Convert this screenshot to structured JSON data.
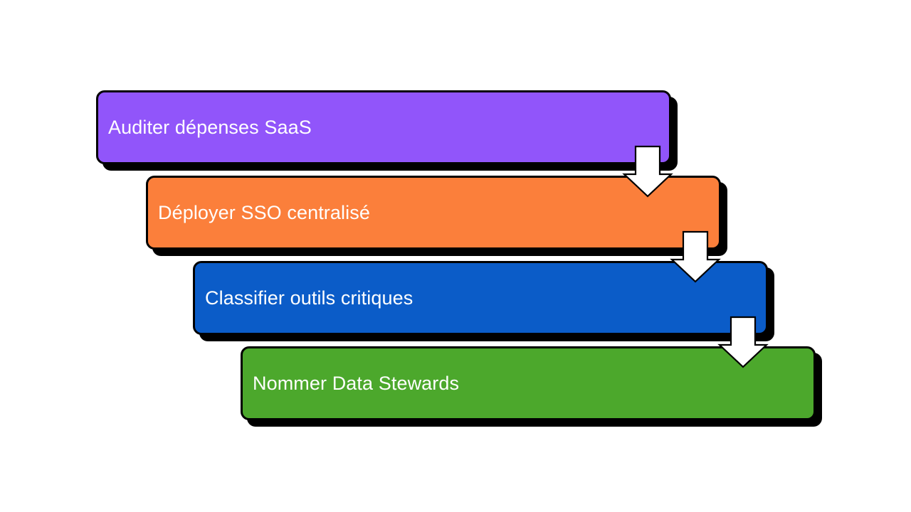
{
  "diagram": {
    "type": "cascading-step-flow",
    "title": "",
    "background_color": "#ffffff",
    "border_color": "#000000",
    "shadow_color": "#000000",
    "arrow_fill": "#ffffff",
    "arrow_stroke": "#000000",
    "label_color": "#ffffff",
    "steps": [
      {
        "index": 1,
        "label": "Auditer dépenses SaaS",
        "color": "#9155fa",
        "color_name": "purple"
      },
      {
        "index": 2,
        "label": "Déployer SSO centralisé",
        "color": "#fb7f3b",
        "color_name": "orange"
      },
      {
        "index": 3,
        "label": "Classifier outils critiques",
        "color": "#0b5cc8",
        "color_name": "blue"
      },
      {
        "index": 4,
        "label": "Nommer Data Stewards",
        "color": "#4ca82c",
        "color_name": "green"
      }
    ],
    "connectors": [
      {
        "from": 1,
        "to": 2,
        "icon": "arrow-down-icon"
      },
      {
        "from": 2,
        "to": 3,
        "icon": "arrow-down-icon"
      },
      {
        "from": 3,
        "to": 4,
        "icon": "arrow-down-icon"
      }
    ]
  }
}
